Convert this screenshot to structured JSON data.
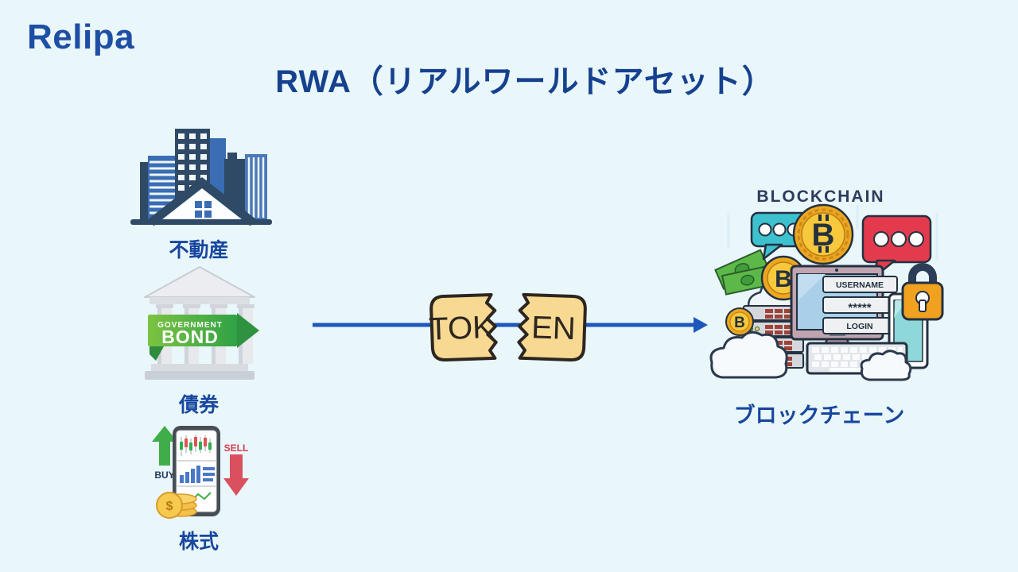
{
  "page": {
    "background": "#e9f6fa"
  },
  "logo": {
    "text": "Relipa",
    "color": "#1e4fa5"
  },
  "title": {
    "text": "RWA（リアルワールドアセット）",
    "color": "#16418f"
  },
  "assets": [
    {
      "id": "real-estate",
      "label": "不動産"
    },
    {
      "id": "bonds",
      "label": "債券"
    },
    {
      "id": "stocks",
      "label": "株式"
    }
  ],
  "bank_ribbon": {
    "line1": "GOVERNMENT",
    "line2": "BOND"
  },
  "stock": {
    "buy_label": "BUY",
    "sell_label": "SELL",
    "coin_symbol": "$"
  },
  "token": {
    "left_text": "TOK",
    "right_text": "EN"
  },
  "blockchain": {
    "caption": "BLOCKCHAIN",
    "label": "ブロックチェーン",
    "bitcoin_letter": "B",
    "login": {
      "username": "USERNAME",
      "password": "*****",
      "button": "LOGIN"
    }
  },
  "colors": {
    "background": "#e9f6fa",
    "primary_text": "#17479e",
    "arrow": "#1e57bb",
    "token_fill": "#f7d992",
    "token_outline": "#2d2620",
    "building_navy": "#2e4a66",
    "building_blue": "#3a6db3",
    "ribbon_green": "#3fae49",
    "buy_green": "#3fae49",
    "sell_red": "#d9505e",
    "bitcoin_gold": "#eda61f",
    "bubble_teal": "#3ec1ce",
    "bubble_red": "#e43a4e",
    "padlock_gold": "#f0a11f"
  }
}
